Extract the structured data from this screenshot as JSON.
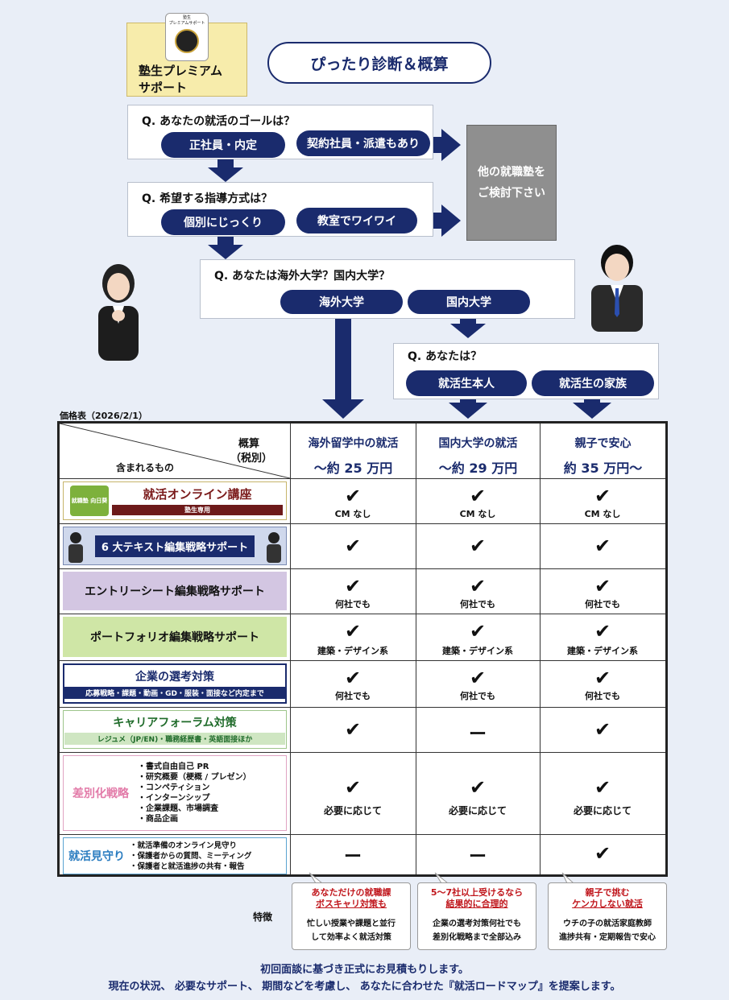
{
  "header": {
    "logo_card_text": "塾生\nプレミアムサポート",
    "logo_text_1": "塾生プレミアム",
    "logo_text_2": "サポート",
    "cloud_title": "ぴったり診断＆概算"
  },
  "q1": {
    "question": "Q.  あなたの就活のゴールは？",
    "opt_a": "正社員・内定",
    "opt_b": "契約社員・派遣もあり"
  },
  "q2": {
    "question": "Q.  希望する指導方式は？",
    "opt_a": "個別にじっくり",
    "opt_b": "教室でワイワイ"
  },
  "other": {
    "line1": "他の就職塾を",
    "line2": "ご検討下さい"
  },
  "q3": {
    "question": "Q.  あなたは海外大学？国内大学？",
    "opt_a": "海外大学",
    "opt_b": "国内大学"
  },
  "q4": {
    "question": "Q.  あなたは？",
    "opt_a": "就活生本人",
    "opt_b": "就活生の家族"
  },
  "price": {
    "title": "価格表（2026/2/1）",
    "corner_top": "概算",
    "corner_tax": "（税別）",
    "corner_bottom": "含まれるもの",
    "cols": [
      {
        "name": "海外留学中の就活",
        "price": "〜約 25 万円"
      },
      {
        "name": "国内大学の就活",
        "price": "〜約 29 万円"
      },
      {
        "name": "親子で安心",
        "price": "約 35 万円〜"
      }
    ],
    "rows": [
      {
        "label": "就活オンライン講座",
        "sub": "塾生専用",
        "badge": "就職塾 向日葵",
        "cells": [
          "CM なし",
          "CM なし",
          "CM なし"
        ]
      },
      {
        "label": "6 大テキスト編集戦略サポート",
        "cells": [
          "",
          "",
          ""
        ]
      },
      {
        "label": "エントリーシート編集戦略サポート",
        "cells": [
          "何社でも",
          "何社でも",
          "何社でも"
        ]
      },
      {
        "label": "ポートフォリオ編集戦略サポート",
        "cells": [
          "建築・デザイン系",
          "建築・デザイン系",
          "建築・デザイン系"
        ]
      },
      {
        "label": "企業の選考対策",
        "sub": "応募戦略・課題・動画・GD・服装・面接など内定まで",
        "cells": [
          "何社でも",
          "何社でも",
          "何社でも"
        ]
      },
      {
        "label": "キャリアフォーラム対策",
        "sub": "レジュメ（JP/EN)・職務経歴書・英語面接ほか",
        "cells": [
          "",
          "",
          ""
        ]
      },
      {
        "label": "差別化戦略",
        "items": [
          "・書式自由自己 PR",
          "・研究概要（梗概 / プレゼン）",
          "・コンペティション",
          "・インターンシップ",
          "・企業課題、市場調査",
          "・商品企画"
        ],
        "cells": [
          "必要に応じて",
          "必要に応じて",
          "必要に応じて"
        ]
      },
      {
        "label": "就活見守り",
        "items": [
          "・就活準備のオンライン見守り",
          "・保護者からの質問、ミーティング",
          "・保護者と就活進捗の共有・報告"
        ],
        "cells": [
          "",
          "",
          ""
        ]
      }
    ],
    "check_glyph": "✔",
    "dash_glyph": "ー"
  },
  "features": {
    "label": "特徴",
    "items": [
      {
        "red1": "あなただけの就職課",
        "red2": "ボスキャリ対策も",
        "txt1": "忙しい授業や課題と並行",
        "txt2": "して効率よく就活対策"
      },
      {
        "red1": "5〜7社以上受けるなら",
        "red2": "結果的に合理的",
        "txt1": "企業の選考対策何社でも",
        "txt2": "差別化戦略まで全部込み"
      },
      {
        "red1": "親子で挑む",
        "red2": "ケンカしない就活",
        "txt1": "ウチの子の就活家庭教師",
        "txt2": "進捗共有・定期報告で安心"
      }
    ]
  },
  "footer": {
    "line1": "初回面談に基づき正式にお見積もりします。",
    "line2": "現在の状況、 必要なサポート、 期間などを考慮し、 あなたに合わせた『就活ロードマップ』を提案します。"
  },
  "colors": {
    "navy": "#1a2b6d",
    "red": "#c0161c",
    "gray": "#8f8f8f"
  }
}
